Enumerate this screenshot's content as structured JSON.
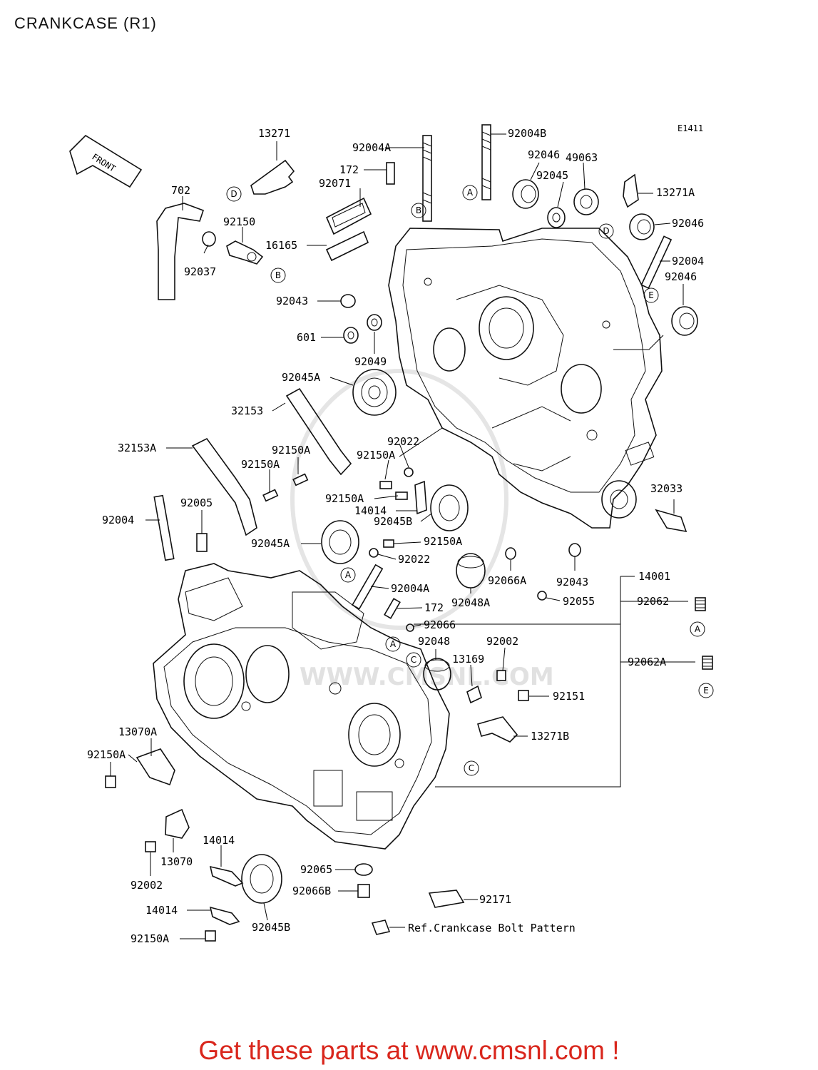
{
  "title": "CRANKCASE (R1)",
  "diagram_code": "E1411",
  "front_label": "FRONT",
  "watermark": "WWW.CMSNL.COM",
  "callouts": [
    "A",
    "B",
    "C",
    "D",
    "E"
  ],
  "part_labels": {
    "p13271": "13271",
    "p702": "702",
    "p92150": "92150",
    "p92037": "92037",
    "p92004A_top": "92004A",
    "p92004B": "92004B",
    "p172_top": "172",
    "p92071": "92071",
    "p16165": "16165",
    "p92046_1": "92046",
    "p49063": "49063",
    "p92045": "92045",
    "p13271A": "13271A",
    "p92046_2": "92046",
    "p92004_r": "92004",
    "p92046_3": "92046",
    "p92043_l": "92043",
    "p601": "601",
    "p92049": "92049",
    "p92045A_1": "92045A",
    "p32153": "32153",
    "p32153A": "32153A",
    "p92150A_1": "92150A",
    "p92150A_2": "92150A",
    "p92022_1": "92022",
    "p92150A_3": "92150A",
    "p92150A_4": "92150A",
    "p14014_1": "14014",
    "p92045B_1": "92045B",
    "p92004_l": "92004",
    "p92005": "92005",
    "p92045A_2": "92045A",
    "p92150A_5": "92150A",
    "p92022_2": "92022",
    "p32033": "32033",
    "p92066A": "92066A",
    "p92043_r": "92043",
    "p14001": "14001",
    "p92004A_mid": "92004A",
    "p92048A": "92048A",
    "p92055": "92055",
    "p92062": "92062",
    "p172_mid": "172",
    "p92066": "92066",
    "p92048": "92048",
    "p92002_1": "92002",
    "p13169": "13169",
    "p92062A": "92062A",
    "p92151": "92151",
    "p13070A": "13070A",
    "p13271B": "13271B",
    "p92150A_6": "92150A",
    "p14014_2": "14014",
    "p13070": "13070",
    "p92002_2": "92002",
    "p92065": "92065",
    "p92066B": "92066B",
    "p92171": "92171",
    "p92045B_2": "92045B",
    "p14014_3": "14014",
    "p92150A_7": "92150A"
  },
  "reference_note": "Ref.Crankcase Bolt Pattern",
  "footer_text": "Get these parts at www.cmsnl.com !"
}
